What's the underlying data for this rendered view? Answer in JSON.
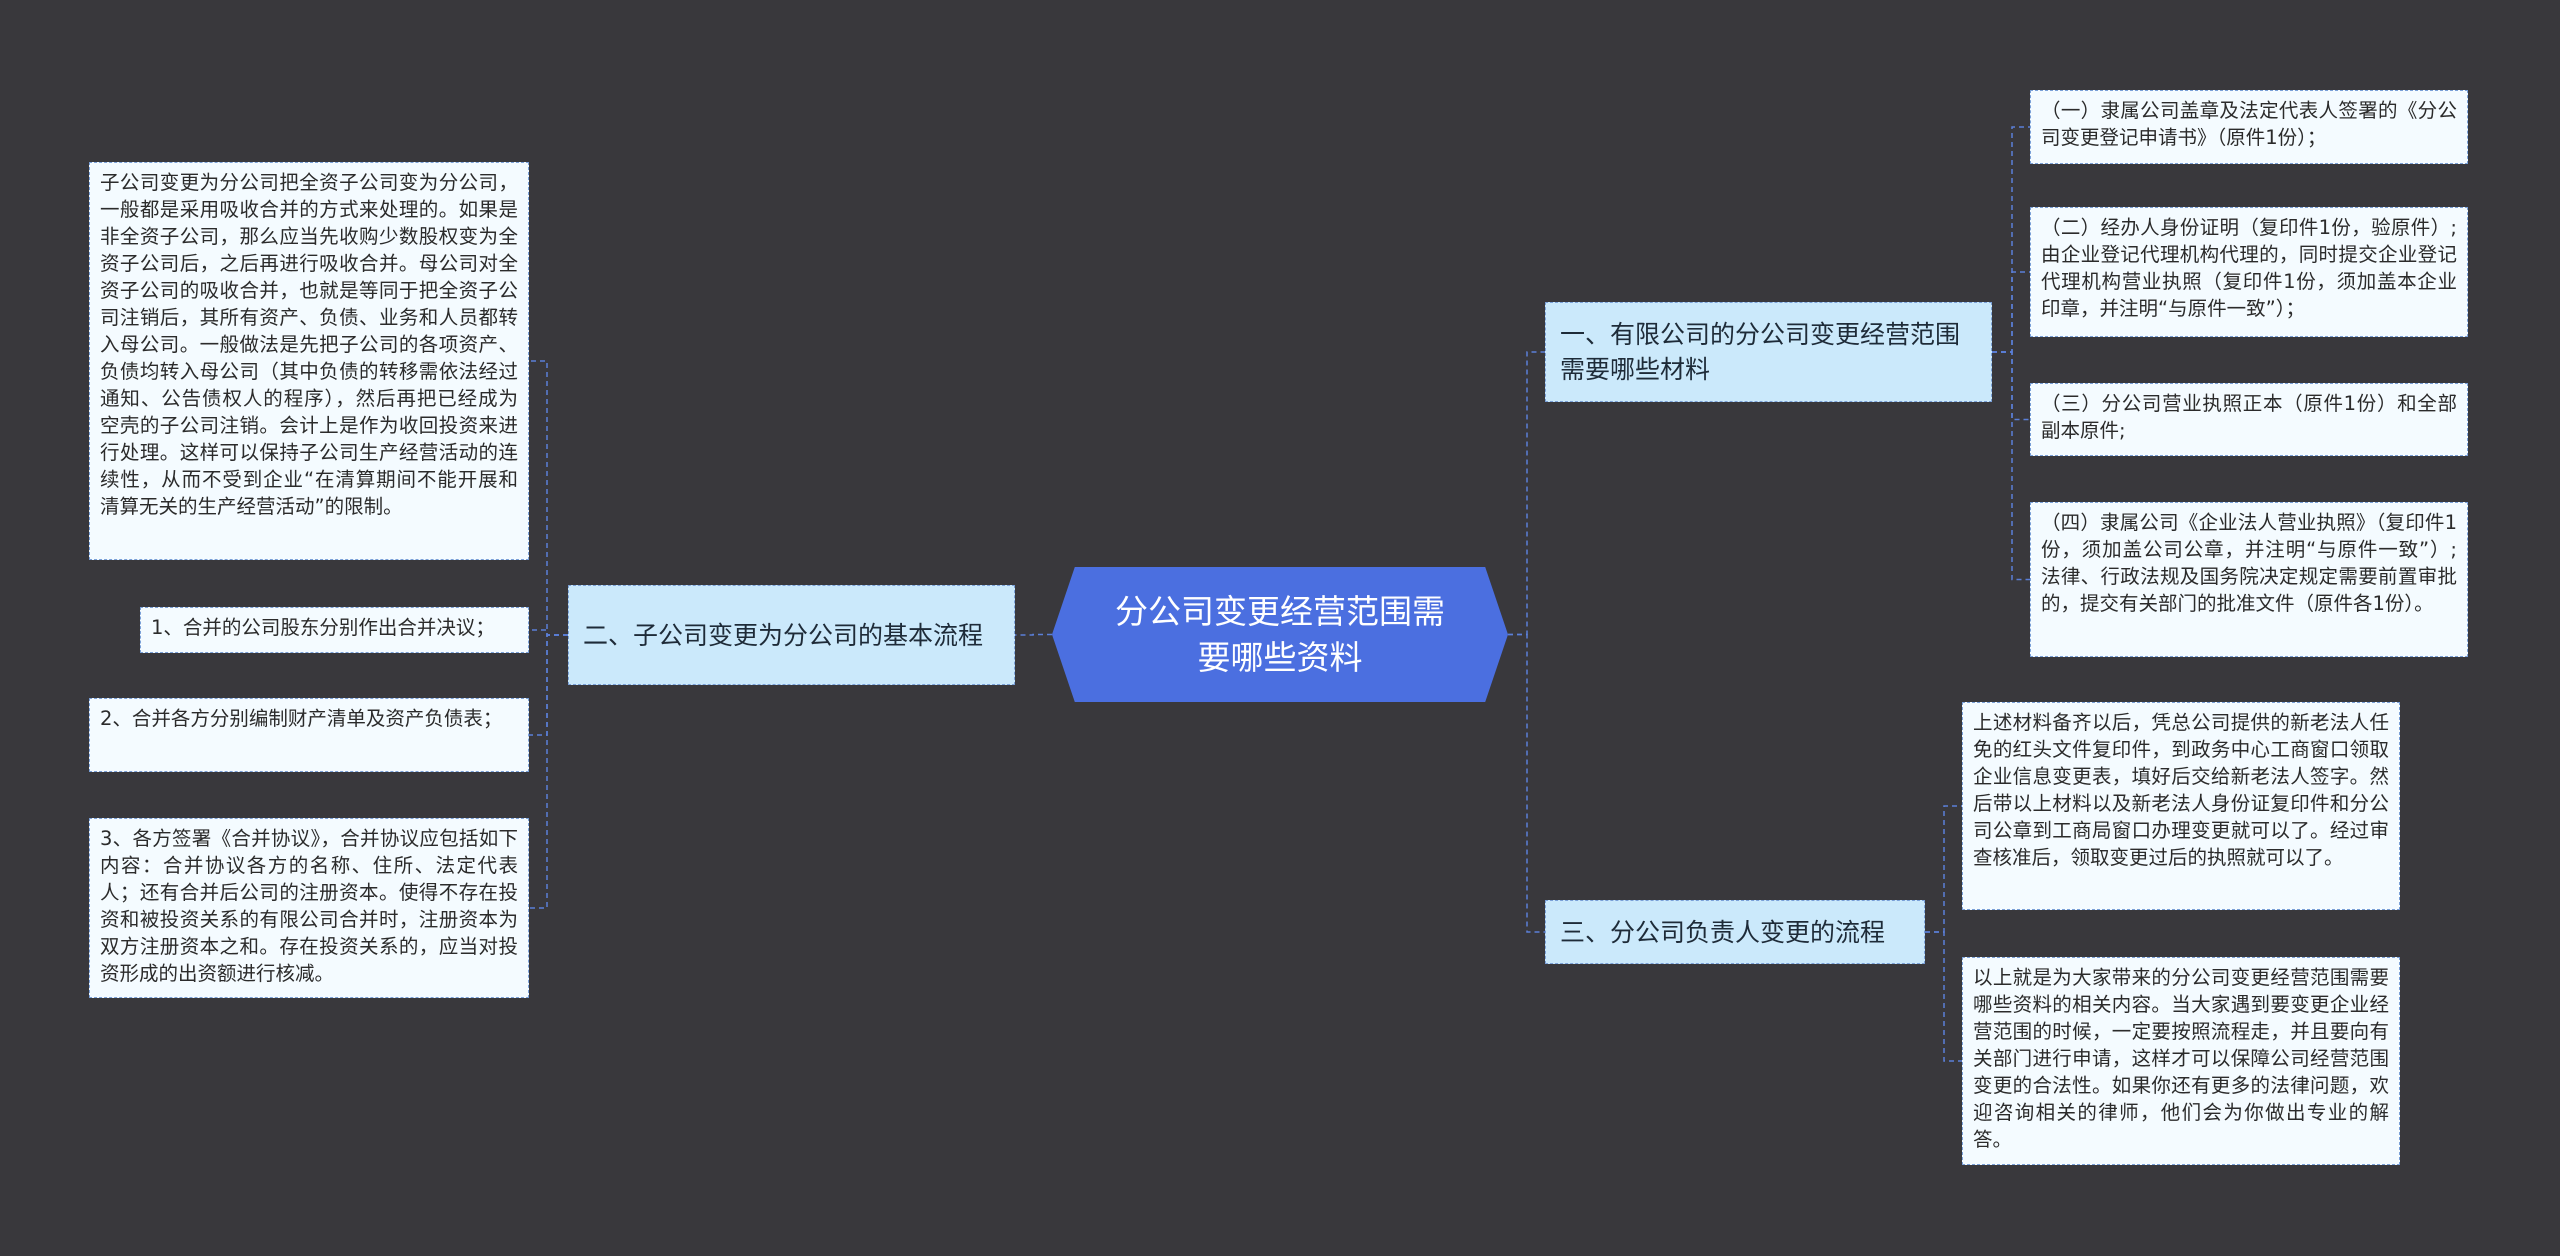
{
  "root": {
    "title": "分公司变更经营范围需要哪些资料"
  },
  "branches": {
    "right1": {
      "label": "一、有限公司的分公司变更经营范围需要哪些材料",
      "leaves": [
        "（一）隶属公司盖章及法定代表人签署的《分公司变更登记申请书》（原件1份）；",
        "（二）经办人身份证明（复印件1份，验原件）;由企业登记代理机构代理的，同时提交企业登记代理机构营业执照（复印件1份，须加盖本企业印章，并注明“与原件一致”）；",
        "（三）分公司营业执照正本（原件1份）和全部副本原件;",
        "（四）隶属公司《企业法人营业执照》（复印件1份，须加盖公司公章，并注明“与原件一致”）; 法律、行政法规及国务院决定规定需要前置审批的，提交有关部门的批准文件（原件各1份）。"
      ]
    },
    "right2": {
      "label": "三、分公司负责人变更的流程",
      "leaves": [
        "上述材料备齐以后，凭总公司提供的新老法人任免的红头文件复印件，到政务中心工商窗口领取企业信息变更表，填好后交给新老法人签字。然后带以上材料以及新老法人身份证复印件和分公司公章到工商局窗口办理变更就可以了。经过审查核准后，领取变更过后的执照就可以了。",
        "以上就是为大家带来的分公司变更经营范围需要哪些资料的相关内容。当大家遇到要变更企业经营范围的时候，一定要按照流程走，并且要向有关部门进行申请，这样才可以保障公司经营范围变更的合法性。如果你还有更多的法律问题，欢迎咨询相关的律师，他们会为你做出专业的解答。"
      ]
    },
    "left1": {
      "label": "二、子公司变更为分公司的基本流程",
      "leaves": [
        "子公司变更为分公司把全资子公司变为分公司，一般都是采用吸收合并的方式来处理的。如果是非全资子公司，那么应当先收购少数股权变为全资子公司后，之后再进行吸收合并。母公司对全资子公司的吸收合并，也就是等同于把全资子公司注销后，其所有资产、负债、业务和人员都转入母公司。一般做法是先把子公司的各项资产、负债均转入母公司（其中负债的转移需依法经过通知、公告债权人的程序），然后再把已经成为空壳的子公司注销。会计上是作为收回投资来进行处理。这样可以保持子公司生产经营活动的连续性，从而不受到企业“在清算期间不能开展和清算无关的生产经营活动”的限制。",
        "1、合并的公司股东分别作出合并决议；",
        "2、合并各方分别编制财产清单及资产负债表；",
        "3、各方签署《合并协议》，合并协议应包括如下内容：合并协议各方的名称、住所、法定代表人；还有合并后公司的注册资本。使得不存在投资和被投资关系的有限公司合并时，注册资本为双方注册资本之和。存在投资关系的，应当对投资形成的出资额进行核减。"
      ]
    }
  },
  "colors": {
    "background": "#39383c",
    "root_fill": "#4b6fe0",
    "branch_fill": "#cbe9fb",
    "leaf_fill": "#f4fbff",
    "connector": "#5b7fd8"
  }
}
